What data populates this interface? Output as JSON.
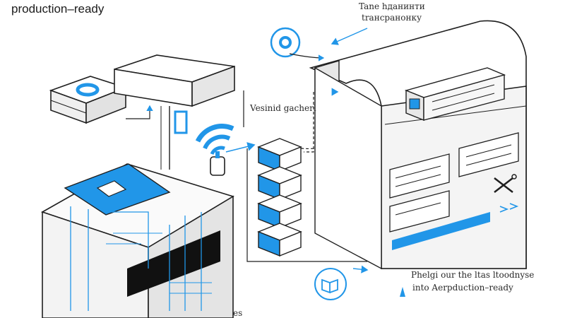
{
  "title": "production–ready",
  "labels": {
    "top_right_line1": "Tane hданинти",
    "top_right_line2": "trансранонку",
    "center_label": "Vesinid gacherl",
    "bottom_right_line1": "Phelgi our the ltas ltoodnyse",
    "bottom_right_line2": "into Aerpduction–ready",
    "bottom_left_fragment": "es"
  },
  "icons": [
    "ring-icon",
    "wifi-icon",
    "database-icon",
    "lightbulb-icon",
    "book-icon",
    "tools-icon",
    "chip-icon",
    "stacked-blocks-icon"
  ],
  "colors": {
    "accent": "#2196e8",
    "line": "#1f1f1f",
    "shade": "#e9e9e9",
    "dark_bar": "#111111"
  }
}
